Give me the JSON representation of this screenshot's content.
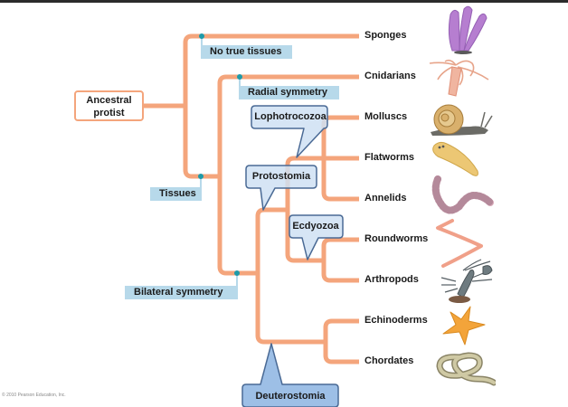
{
  "diagram": {
    "ancestor": {
      "line1": "Ancestral",
      "line2": "protist"
    },
    "taxa": [
      {
        "name": "Sponges",
        "icon": "sponge-icon"
      },
      {
        "name": "Cnidarians",
        "icon": "hydra-icon"
      },
      {
        "name": "Molluscs",
        "icon": "snail-icon"
      },
      {
        "name": "Flatworms",
        "icon": "flatworm-icon"
      },
      {
        "name": "Annelids",
        "icon": "earthworm-icon"
      },
      {
        "name": "Roundworms",
        "icon": "roundworm-icon"
      },
      {
        "name": "Arthropods",
        "icon": "crayfish-icon"
      },
      {
        "name": "Echinoderms",
        "icon": "starfish-icon"
      },
      {
        "name": "Chordates",
        "icon": "snake-icon"
      }
    ],
    "traits": {
      "no_true_tissues": "No true tissues",
      "tissues": "Tissues",
      "radial_symmetry": "Radial symmetry",
      "bilateral_symmetry": "Bilateral symmetry"
    },
    "clades": {
      "lophotrochozoa": "Lophotrocozoa",
      "protostomia": "Protostomia",
      "ecdysozoa": "Ecdyozoa",
      "deuterostomia": "Deuterostomia"
    },
    "colors": {
      "branch": "#f4a57c",
      "trait_fill": "#b7d9ea",
      "node_dot": "#1e9aa8",
      "callout_fill": "#cfe0f3",
      "callout_stroke": "#4a6a95",
      "deutero_fill": "#9dbfe6"
    },
    "credit": "© 2010 Pearson Education, Inc."
  }
}
